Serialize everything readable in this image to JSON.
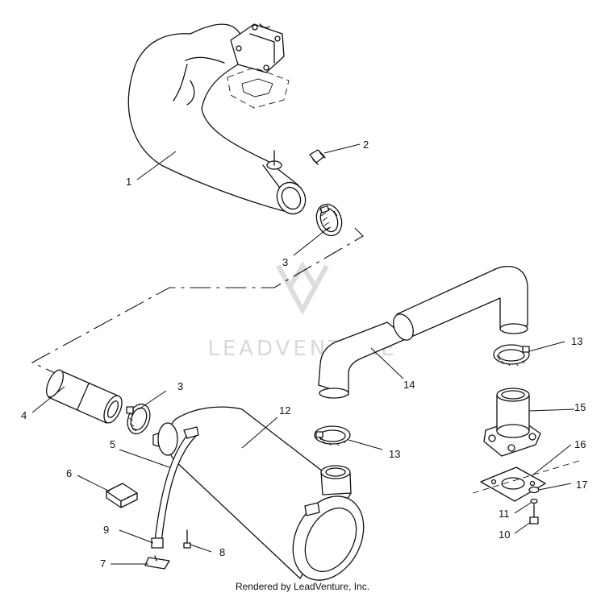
{
  "watermark": {
    "text": "LEADVENTURE"
  },
  "footer": {
    "credit": "Rendered by LeadVenture, Inc."
  },
  "callouts": {
    "c1": "1",
    "c2": "2",
    "c3a": "3",
    "c3b": "3",
    "c4": "4",
    "c5": "5",
    "c6": "6",
    "c7": "7",
    "c8": "8",
    "c9": "9",
    "c10": "10",
    "c11": "11",
    "c12": "12",
    "c13a": "13",
    "c13b": "13",
    "c14": "14",
    "c15": "15",
    "c16": "16",
    "c17": "17"
  }
}
